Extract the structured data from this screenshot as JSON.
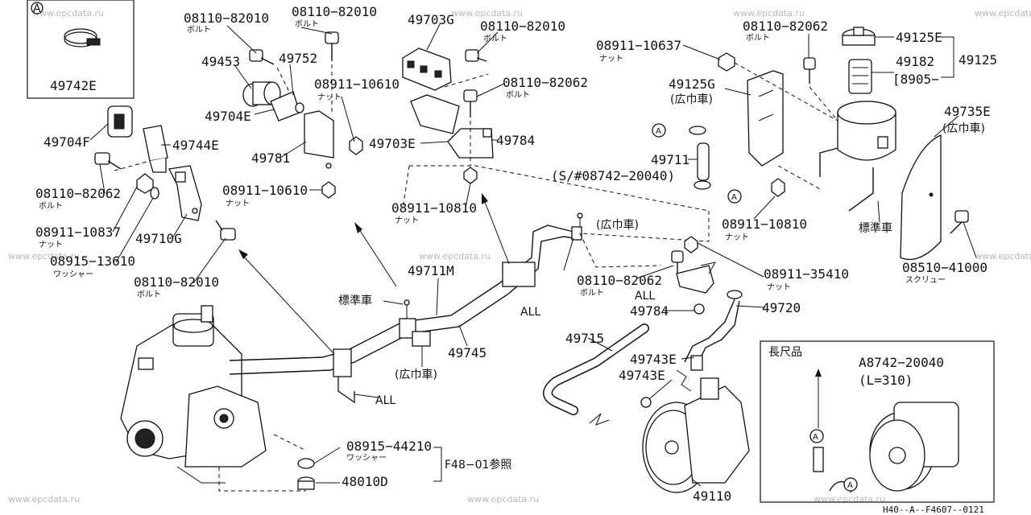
{
  "watermark": "www.epcdata.ru",
  "footer_code": "H40--A--F4607--0121",
  "inset_a": {
    "marker": "A",
    "part": "49742E"
  },
  "inset_long": {
    "title": "長尺品",
    "part": "A8742−20040",
    "note": "(L=310)",
    "marker": "A"
  },
  "labels": {
    "b_08110_82010_a": "08110−82010",
    "b_08110_82010_a_sub": "ボルト",
    "b_08110_82010_b": "08110−82010",
    "b_08110_82010_b_sub": "ボルト",
    "p_49453": "49453",
    "p_49752": "49752",
    "p_49703g": "49703G",
    "b_08110_82010_c": "08110−82010",
    "b_08110_82010_c_sub": "ボルト",
    "n_08911_10637": "08911−10637",
    "n_08911_10637_sub": "ナット",
    "b_08110_82062_a": "08110−82062",
    "b_08110_82062_a_sub": "ボルト",
    "p_49125e": "49125E",
    "p_49125": "49125",
    "p_49182": "49182",
    "p_49182_note": "[8905−",
    "p_49125g": "49125G",
    "p_49125g_sub": "(広巾車)",
    "p_49735e": "49735E",
    "p_49735e_sub": "(広巾車)",
    "p_49704e": "49704E",
    "n_08911_10610_a": "08911−10610",
    "n_08911_10610_a_sub": "ナット",
    "b_08110_82062_b": "08110−82062",
    "b_08110_82062_b_sub": "ボルト",
    "p_49784_a": "49784",
    "p_49703e": "49703E",
    "p_49704f": "49704F",
    "p_49744e": "49744E",
    "p_49781": "49781",
    "p_49711": "49711",
    "serial_note": "(S/#08742−20040)",
    "marker_a1": "A",
    "marker_a2": "A",
    "b_08110_82062_c": "08110−82062",
    "b_08110_82062_c_sub": "ボルト",
    "n_08911_10610_b": "08911−10610",
    "n_08911_10610_b_sub": "ナット",
    "n_08911_10810_a": "08911−10810",
    "n_08911_10810_a_sub": "ナット",
    "wide_a": "(広巾車)",
    "n_08911_10810_b": "08911−10810",
    "n_08911_10810_b_sub": "ナット",
    "std_a": "標準車",
    "n_08911_10837": "08911−10837",
    "n_08911_10837_sub": "ナット",
    "p_49710g": "49710G",
    "w_08915_13610": "08915−13610",
    "w_08915_13610_sub": "ワッシャー",
    "p_49711m": "49711M",
    "s_08510_41000": "08510−41000",
    "s_08510_41000_sub": "スクリュー",
    "b_08110_82062_d": "08110−82062",
    "b_08110_82062_d_sub": "ボルト",
    "n_08911_35410": "08911−35410",
    "n_08911_35410_sub": "ナット",
    "b_08110_82010_d": "08110−82010",
    "b_08110_82010_d_sub": "ボルト",
    "std_b": "標準車",
    "all_a": "ALL",
    "all_b": "ALL",
    "all_c": "ALL",
    "p_49784_b": "49784",
    "p_49720": "49720",
    "p_49715": "49715",
    "p_49745": "49745",
    "wide_b": "(広巾車)",
    "p_49743e_a": "49743E",
    "p_49743e_b": "49743E",
    "w_08915_44210": "08915−44210",
    "w_08915_44210_sub": "ワッシャー",
    "ref_f48": "F48−01参照",
    "p_48010d": "48010D",
    "p_49110": "49110"
  }
}
